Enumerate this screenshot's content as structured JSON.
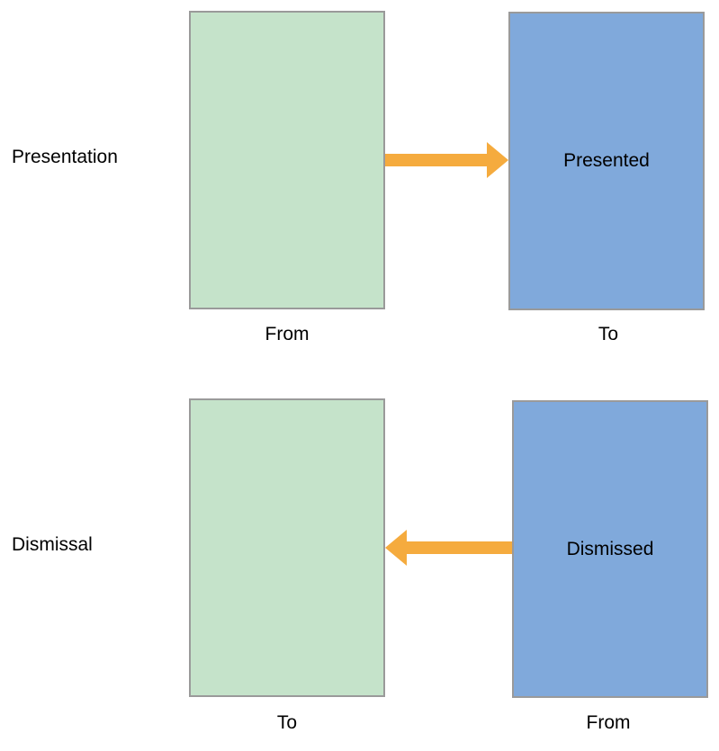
{
  "colors": {
    "from_box_fill": "#c5e3ca",
    "to_box_fill": "#80a9db",
    "arrow": "#f5ab3e",
    "box_border": "#9a9a9a"
  },
  "presentation": {
    "row_label": "Presentation",
    "left_box": {
      "caption": "From",
      "inner_text": ""
    },
    "right_box": {
      "caption": "To",
      "inner_text": "Presented"
    },
    "arrow_direction": "right"
  },
  "dismissal": {
    "row_label": "Dismissal",
    "left_box": {
      "caption": "To",
      "inner_text": ""
    },
    "right_box": {
      "caption": "From",
      "inner_text": "Dismissed"
    },
    "arrow_direction": "left"
  }
}
